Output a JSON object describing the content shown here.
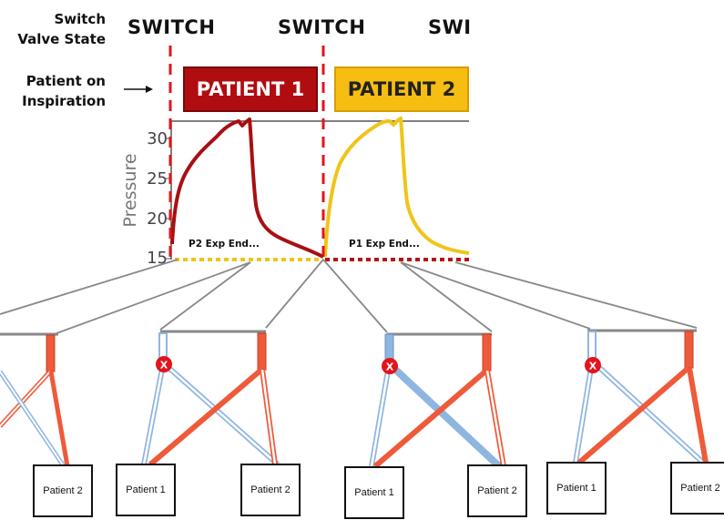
{
  "header": {
    "switch_valve_label": "Switch\nValve State",
    "patient_on_insp_label": "Patient on\nInspiration",
    "switch_labels": [
      "SWITCH",
      "SWITCH",
      "SWI"
    ]
  },
  "banners": {
    "patient1": "PATIENT 1",
    "patient2": "PATIENT 2",
    "patient1_color": "#b00d10",
    "patient2_color": "#f6bd12"
  },
  "pressure_plot": {
    "ylabel": "Pressure",
    "yticks": [
      "30",
      "25",
      "20",
      "15"
    ],
    "annotation_left": "P2 Exp End...",
    "annotation_right": "P1 Exp End...",
    "curve_colors": [
      "#a80f12",
      "#f0c419"
    ]
  },
  "patient_boxes": [
    "Patient 2",
    "Patient 1",
    "Patient 2",
    "Patient 1",
    "Patient 2",
    "Patient 1",
    "Patient 2"
  ],
  "valve_marker": "X",
  "colors": {
    "switch_line": "#e3141b",
    "inspiratory": "#ee5a3a",
    "expiratory": "#8fb6e0",
    "manifold": "#888888"
  }
}
